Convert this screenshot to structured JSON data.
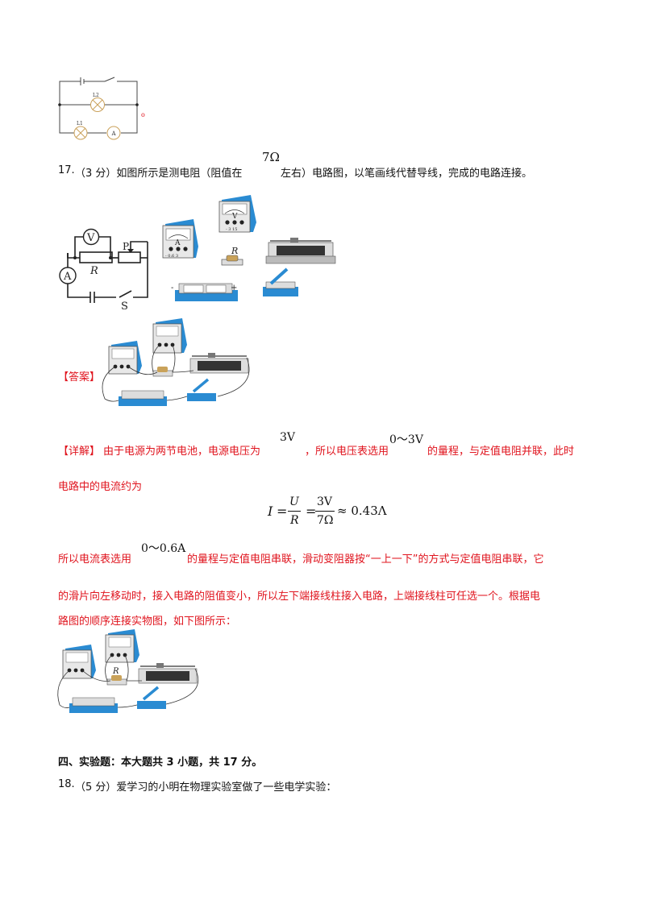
{
  "circuit_top": {
    "l2": "L2",
    "l1": "L1",
    "ammeter": "A",
    "dot": "o"
  },
  "q17": {
    "number": "17.",
    "pre": "（3 分）如图所示是测电阻（阻值在",
    "value": "7Ω",
    "post": "左右）电路图，以笔画线代替导线，完成的电路连接。"
  },
  "schematic": {
    "v": "V",
    "a": "A",
    "p": "P",
    "r": "R",
    "s": "S"
  },
  "apparatus": {
    "ammeter_letter": "A",
    "ammeter_scale": "- 0.6  3",
    "voltmeter_letter": "V",
    "voltmeter_scale": "- 3  15",
    "resistor_letter": "R",
    "battery_minus": "-",
    "battery_plus": "+"
  },
  "answer": {
    "label": "【答案】"
  },
  "explain": {
    "label": "【详解】",
    "line1_a": "由于电源为两节电池，电源电压为",
    "voltage": "3V",
    "line1_b": "，所以电压表选用",
    "v_range": "0～3V",
    "line1_c": "的量程，与定值电阻并联，此时",
    "line2": "电路中的电流约为",
    "eq_i": "I",
    "eq_eq": "=",
    "eq_u": "U",
    "eq_r": "R",
    "eq_eq2": "=",
    "eq_3v": "3V",
    "eq_7o": "7Ω",
    "eq_result": "≈ 0.43Λ",
    "line3_a": "所以电流表选用",
    "a_range": "0～0.6A",
    "line3_b": "的量程与定值电阻串联，滑动变阻器按“一上一下”的方式与定值电阻串联，它",
    "line4": "的滑片向左移动时，接入电路的阻值变小，所以左下端接线柱接入电路，上端接线柱可任选一个。根据电",
    "line5": "路图的顺序连接实物图，如下图所示："
  },
  "section4": {
    "title": "四、实验题：本大题共 3 小题，共 17 分。"
  },
  "q18": {
    "number": "18.",
    "text": "（5 分）爱学习的小明在物理实验室做了一些电学实验："
  }
}
